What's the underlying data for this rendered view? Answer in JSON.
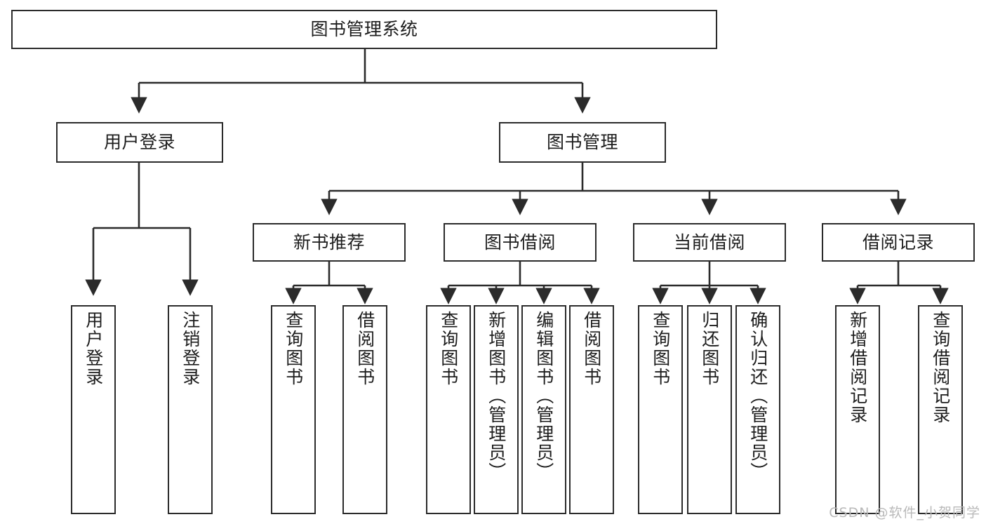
{
  "diagram": {
    "title": "图书管理系统",
    "type": "tree",
    "watermark": "CSDN @软件_小贺同学",
    "colors": {
      "stroke": "#2b2b2b",
      "fill": "#ffffff",
      "text": "#1d1d1d",
      "watermark": "#b9b9b9"
    },
    "nodes": {
      "root": {
        "label": "图书管理系统"
      },
      "level2": [
        {
          "id": "user-login",
          "label": "用户登录"
        },
        {
          "id": "book-manage",
          "label": "图书管理"
        }
      ],
      "level3": [
        {
          "id": "new-book-recommend",
          "label": "新书推荐"
        },
        {
          "id": "book-borrow",
          "label": "图书借阅"
        },
        {
          "id": "current-borrow",
          "label": "当前借阅"
        },
        {
          "id": "borrow-record",
          "label": "借阅记录"
        }
      ],
      "leaves": {
        "user_login": [
          {
            "id": "leaf-user-login",
            "label": "用户登录"
          },
          {
            "id": "leaf-logout",
            "label": "注销登录"
          }
        ],
        "new_book_recommend": [
          {
            "id": "leaf-query-book-1",
            "label": "查询图书"
          },
          {
            "id": "leaf-borrow-book-1",
            "label": "借阅图书"
          }
        ],
        "book_borrow": [
          {
            "id": "leaf-query-book-2",
            "label": "查询图书"
          },
          {
            "id": "leaf-add-book",
            "label": "新增图书（管理员）"
          },
          {
            "id": "leaf-edit-book",
            "label": "编辑图书（管理员）"
          },
          {
            "id": "leaf-borrow-book-2",
            "label": "借阅图书"
          }
        ],
        "current_borrow": [
          {
            "id": "leaf-query-book-3",
            "label": "查询图书"
          },
          {
            "id": "leaf-return-book",
            "label": "归还图书"
          },
          {
            "id": "leaf-confirm-return",
            "label": "确认归还（管理员）"
          }
        ],
        "borrow_record": [
          {
            "id": "leaf-add-record",
            "label": "新增借阅记录"
          },
          {
            "id": "leaf-query-record",
            "label": "查询借阅记录"
          }
        ]
      }
    }
  }
}
